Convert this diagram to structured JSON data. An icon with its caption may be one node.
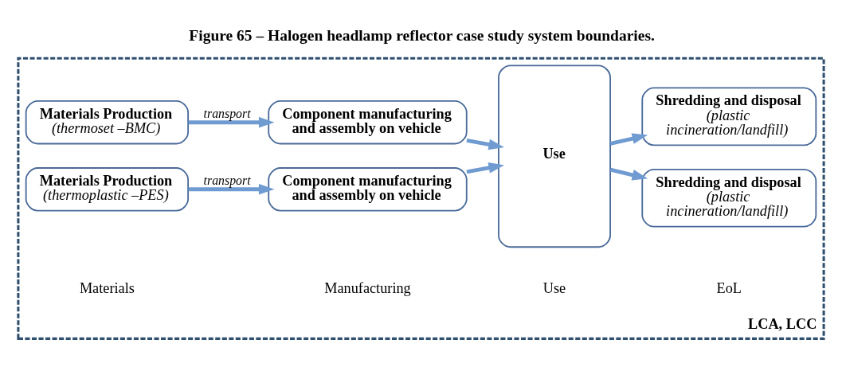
{
  "diagram": {
    "title": "Figure 65 – Halogen headlamp reflector case study system boundaries.",
    "nodes": [
      {
        "text": [
          "LCA, LCC"
        ]
      },
      {
        "text": [
          "Materials Production",
          "(thermoset –BMC)"
        ],
        "in": 0
      },
      {
        "text": [
          "Component manufacturing and assembly on vehicle"
        ],
        "in": 0
      },
      {
        "text": [
          "Use"
        ],
        "in": 0
      },
      {
        "text": [
          "Shredding and disposal",
          "(plastic incineration/landfill)"
        ],
        "in": 0
      },
      {
        "text": [
          "Materials Production",
          "(thermoplastic –PES)"
        ],
        "in": 0
      },
      {
        "text": [
          "Component manufacturing and assembly on vehicle"
        ],
        "in": 0
      },
      {
        "text": [
          "Shredding and disposal",
          "(plastic incineration/landfill)"
        ],
        "in": 0
      }
    ],
    "edges": [
      {
        "from": 1,
        "to": 2,
        "arrow": "to",
        "label": "transport"
      },
      {
        "from": 2,
        "to": 3,
        "arrow": "to"
      },
      {
        "from": 3,
        "to": 4,
        "arrow": "to"
      },
      {
        "from": 5,
        "to": 6,
        "arrow": "to",
        "label": "transport"
      },
      {
        "from": 6,
        "to": 3,
        "arrow": "to"
      },
      {
        "from": 3,
        "to": 7,
        "arrow": "to"
      }
    ],
    "labels": [
      "Materials",
      "Manufacturing",
      "Use",
      "EoL"
    ]
  }
}
